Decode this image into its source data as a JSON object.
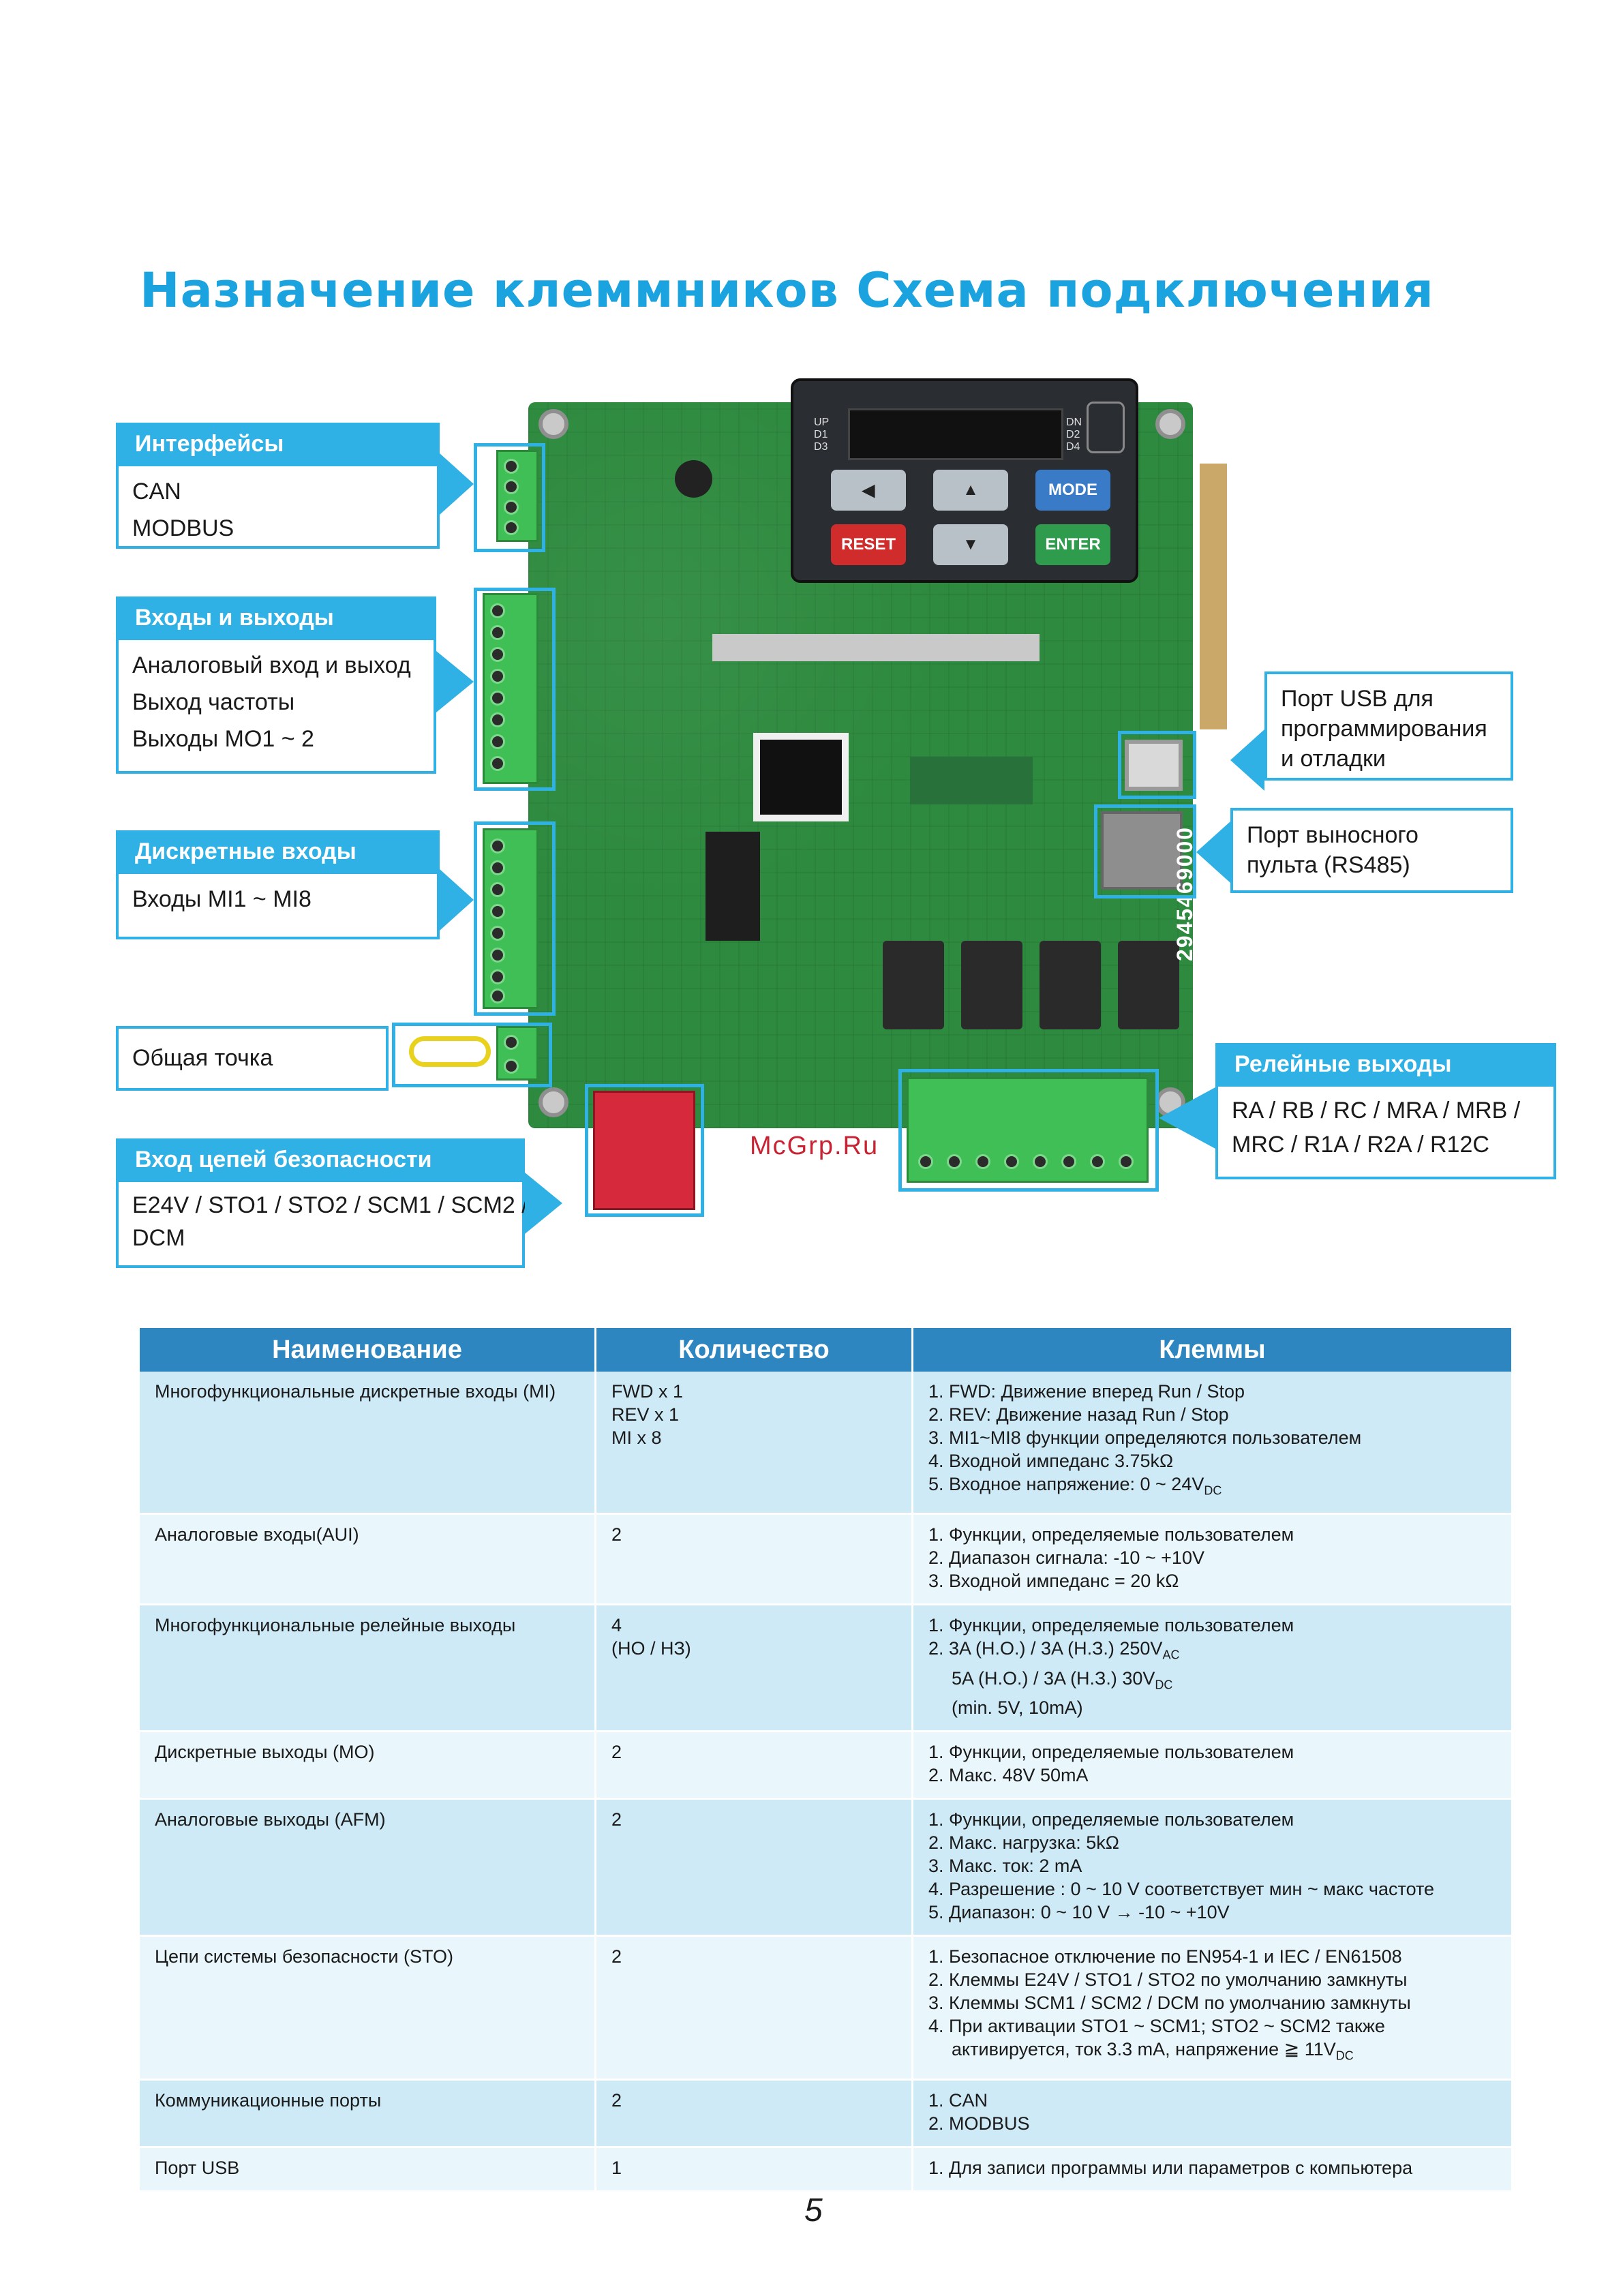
{
  "title": "Назначение клеммников Схема подключения",
  "callouts": {
    "interfaces": {
      "title": "Интерфейсы",
      "lines": [
        "CAN",
        "MODBUS"
      ]
    },
    "io": {
      "title": "Входы и выходы",
      "lines": [
        "Аналоговый вход и выход",
        "Выход частоты",
        "Выходы МО1 ~ 2"
      ]
    },
    "digital": {
      "title": "Дискретные входы",
      "lines": [
        "Входы MI1 ~ MI8"
      ]
    },
    "common": {
      "lines": [
        "Общая точка"
      ]
    },
    "safety": {
      "title": "Вход цепей безопасности",
      "lines": [
        "E24V / STO1 / STO2 / SCM1 / SCM2 /",
        "DCM"
      ]
    },
    "usb": {
      "lines": [
        "Порт USB для",
        "программирования",
        "и отладки"
      ]
    },
    "remote": {
      "lines": [
        "Порт выносного",
        "пульта (RS485)"
      ]
    },
    "relay": {
      "title": "Релейные выходы",
      "lines": [
        "RA / RB / RC / MRA / MRB /",
        "MRC / R1A / R2A / R12C"
      ]
    }
  },
  "board": {
    "keypad": {
      "left_labels": [
        "UP",
        "D1",
        "D3"
      ],
      "right_labels": [
        "DN",
        "D2",
        "D4"
      ],
      "mode_label": "MODE",
      "reset_label": "RESET",
      "enter_label": "ENTER"
    },
    "serial": "2945469000",
    "watermark": "McGrp.Ru"
  },
  "table": {
    "headers": [
      "Наименование",
      "Количество",
      "Клеммы"
    ],
    "rows": [
      {
        "name": "Многофункциональные дискретные входы (MI)",
        "qty": [
          "FWD x 1",
          "REV x 1",
          "MI x 8"
        ],
        "terms": [
          "1. FWD: Движение вперед Run / Stop",
          "2. REV: Движение назад Run / Stop",
          "3. MI1~MI8 функции определяются пользователем",
          "4. Входной импеданс 3.75kΩ",
          "5. Входное напряжение: 0 ~ 24V"
        ]
      },
      {
        "name": "Аналоговые входы(AUI)",
        "qty": [
          "2"
        ],
        "terms": [
          "1. Функции, определяемые пользователем",
          "2. Диапазон сигнала: -10 ~ +10V",
          "3. Входной импеданс = 20 kΩ"
        ]
      },
      {
        "name": "Многофункциональные релейные выходы",
        "qty": [
          "4",
          "(НО / НЗ)"
        ],
        "terms": [
          "1. Функции, определяемые пользователем",
          "2. 3A (Н.О.) / 3A (Н.З.) 250V",
          "5A (Н.О.) / 3A (Н.З.) 30V",
          "(min. 5V, 10mA)"
        ]
      },
      {
        "name": "Дискретные выходы (МО)",
        "qty": [
          "2"
        ],
        "terms": [
          "1. Функции, определяемые пользователем",
          "2. Макс. 48V 50mA"
        ]
      },
      {
        "name": "Аналоговые выходы (AFM)",
        "qty": [
          "2"
        ],
        "terms": [
          "1. Функции, определяемые пользователем",
          "2. Макс. нагрузка: 5kΩ",
          "3. Макс. ток: 2 mA",
          "4. Разрешение : 0 ~ 10 V соответствует мин ~ макс частоте",
          "5. Диапазон: 0 ~ 10 V → -10 ~ +10V"
        ]
      },
      {
        "name": "Цепи системы безопасности (STO)",
        "qty": [
          "2"
        ],
        "terms": [
          "1. Безопасное отключение по EN954-1 и IEC / EN61508",
          "2. Клеммы E24V / STO1 / STO2 по умолчанию замкнуты",
          "3. Клеммы SCM1 / SCM2 / DCM по умолчанию замкнуты",
          "4. При активации STO1 ~ SCM1; STO2 ~ SCM2 также",
          "активируется, ток 3.3 mA, напряжение ≧ 11V"
        ]
      },
      {
        "name": "Коммуникационные порты",
        "qty": [
          "2"
        ],
        "terms": [
          "1. CAN",
          "2. MODBUS"
        ]
      },
      {
        "name": "Порт USB",
        "qty": [
          "1"
        ],
        "terms": [
          "1. Для записи программы или параметров с компьютера"
        ]
      }
    ],
    "subscripts": {
      "dc": "DC",
      "ac": "AC"
    }
  },
  "page_number": "5",
  "colors": {
    "accent": "#1aa3de",
    "callout": "#2fb1e6",
    "header": "#2e86c1",
    "row_a": "#cdeaf6",
    "row_b": "#e9f6fb"
  }
}
